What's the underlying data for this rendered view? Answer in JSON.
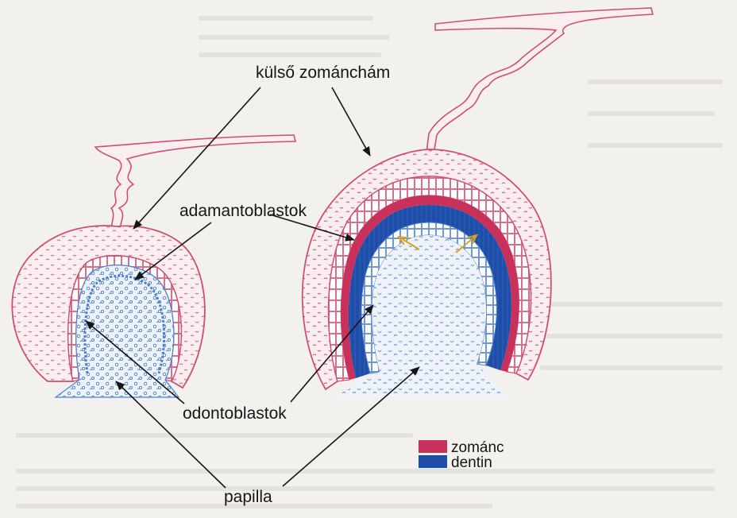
{
  "labels": {
    "kulso_zomanchám": "külső zománchám",
    "adamantoblastok": "adamantoblastok",
    "odontoblastok": "odontoblastok",
    "papilla": "papilla"
  },
  "legend": [
    {
      "label": "zománc",
      "color": "#c8325a"
    },
    {
      "label": "dentin",
      "color": "#1f4ea8"
    }
  ],
  "colors": {
    "epithelium": "#cf4f72",
    "epithelium_fill": "#fbeef1",
    "papilla_blue": "#4d7fcf",
    "papilla_fill": "#eef3fb",
    "enamel": "#c8325a",
    "dentin": "#1f4ea8",
    "arrow": "#151515",
    "open_arrow": "#d8a420"
  }
}
